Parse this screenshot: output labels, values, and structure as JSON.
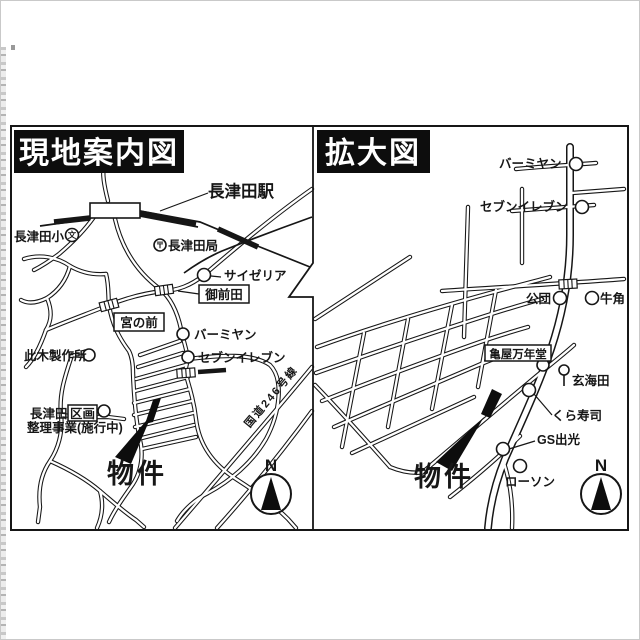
{
  "frame": {
    "left_title": "現地案内図",
    "right_title": "拡大図"
  },
  "left_map": {
    "station": "長津田駅",
    "school": "長津田小",
    "school_symbol": "文",
    "post_symbol": "〒",
    "post_office": "長津田局",
    "saizeriya": "サイゼリア",
    "gozenda": "御前田",
    "miyanomae": "宮の前",
    "bamiyan": "バーミヤン",
    "seven_eleven": "セブンイレブン",
    "konoki": "此木製作所",
    "kukaku_prefix": "長津田",
    "kukaku_boxed": "区画",
    "kukaku_line2": "整理事業(施行中)",
    "property": "物件",
    "route": "国道246号線",
    "north": "N"
  },
  "right_map": {
    "bamiyan": "バーミヤン",
    "seven_eleven": "セブンイレブン",
    "kodan": "公団",
    "gyukaku": "牛角",
    "kameya": "亀屋万年堂",
    "genkaida": "玄海田",
    "kura": "くら寿司",
    "gs": "GS出光",
    "lawson": "ローソン",
    "property": "物件",
    "north": "N"
  },
  "colors": {
    "ink": "#161616",
    "paper": "#ffffff"
  }
}
